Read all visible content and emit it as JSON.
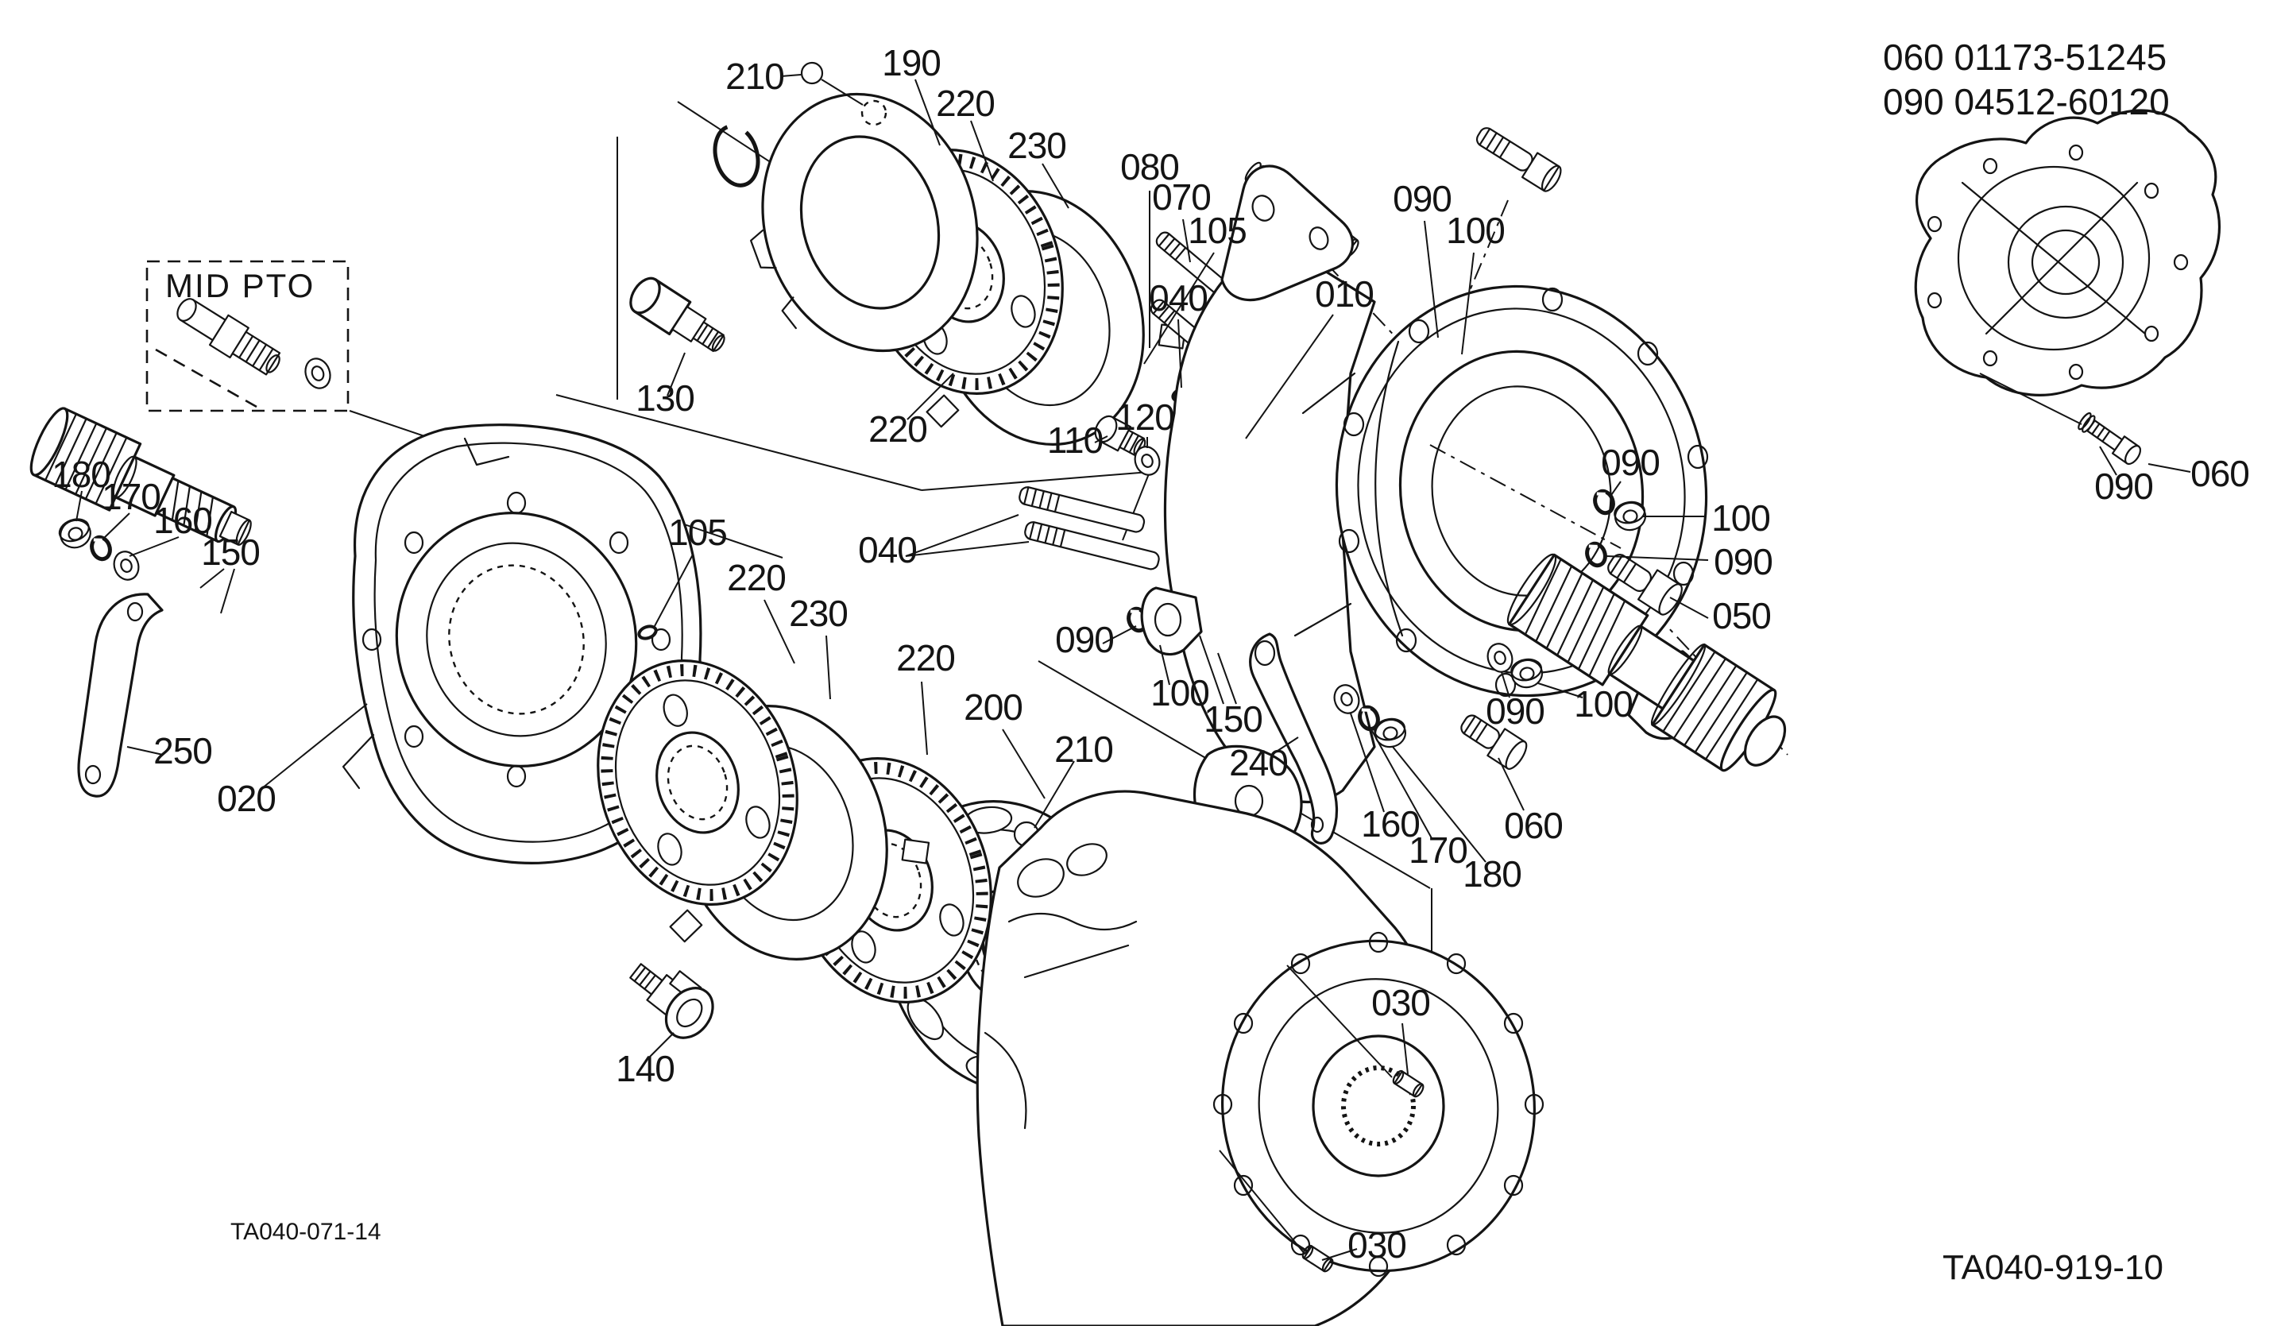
{
  "page": {
    "background": "#ffffff",
    "line_color": "#141414",
    "type": "exploded-parts-diagram"
  },
  "header": {
    "part_numbers": [
      {
        "text": "060 01173-51245"
      },
      {
        "text": "090 04512-60120"
      }
    ]
  },
  "inset": {
    "label": "MID PTO"
  },
  "footer": {
    "left_code": "TA040-071-14",
    "right_code": "TA040-919-10"
  },
  "callouts": [
    {
      "id": "210-top",
      "text": "210"
    },
    {
      "id": "190",
      "text": "190"
    },
    {
      "id": "220-top",
      "text": "220"
    },
    {
      "id": "230-top",
      "text": "230"
    },
    {
      "id": "080",
      "text": "080"
    },
    {
      "id": "070",
      "text": "070"
    },
    {
      "id": "105-top",
      "text": "105"
    },
    {
      "id": "040-top",
      "text": "040"
    },
    {
      "id": "010",
      "text": "010"
    },
    {
      "id": "090-top-right",
      "text": "090"
    },
    {
      "id": "100-top-right",
      "text": "100"
    },
    {
      "id": "130",
      "text": "130"
    },
    {
      "id": "220-second",
      "text": "220"
    },
    {
      "id": "110",
      "text": "110"
    },
    {
      "id": "120",
      "text": "120"
    },
    {
      "id": "105-mid",
      "text": "105"
    },
    {
      "id": "220-third",
      "text": "220"
    },
    {
      "id": "230-mid",
      "text": "230"
    },
    {
      "id": "040-mid",
      "text": "040"
    },
    {
      "id": "220-fourth",
      "text": "220"
    },
    {
      "id": "090-mid",
      "text": "090"
    },
    {
      "id": "100-mid",
      "text": "100"
    },
    {
      "id": "150-mid",
      "text": "150"
    },
    {
      "id": "200",
      "text": "200"
    },
    {
      "id": "210-bottom",
      "text": "210"
    },
    {
      "id": "240",
      "text": "240"
    },
    {
      "id": "090-right-1",
      "text": "090"
    },
    {
      "id": "100-right-1",
      "text": "100"
    },
    {
      "id": "090-right-2",
      "text": "090"
    },
    {
      "id": "050",
      "text": "050"
    },
    {
      "id": "090-right-bottom",
      "text": "090"
    },
    {
      "id": "100-right-bottom",
      "text": "100"
    },
    {
      "id": "060-right",
      "text": "060"
    },
    {
      "id": "160-right",
      "text": "160"
    },
    {
      "id": "170-right",
      "text": "170"
    },
    {
      "id": "180-right",
      "text": "180"
    },
    {
      "id": "180-left",
      "text": "180"
    },
    {
      "id": "170-left",
      "text": "170"
    },
    {
      "id": "160-left",
      "text": "160"
    },
    {
      "id": "150-left",
      "text": "150"
    },
    {
      "id": "250",
      "text": "250"
    },
    {
      "id": "020",
      "text": "020"
    },
    {
      "id": "140",
      "text": "140"
    },
    {
      "id": "030-top",
      "text": "030"
    },
    {
      "id": "030-bottom",
      "text": "030"
    },
    {
      "id": "090-inset",
      "text": "090"
    },
    {
      "id": "060-inset",
      "text": "060"
    }
  ]
}
